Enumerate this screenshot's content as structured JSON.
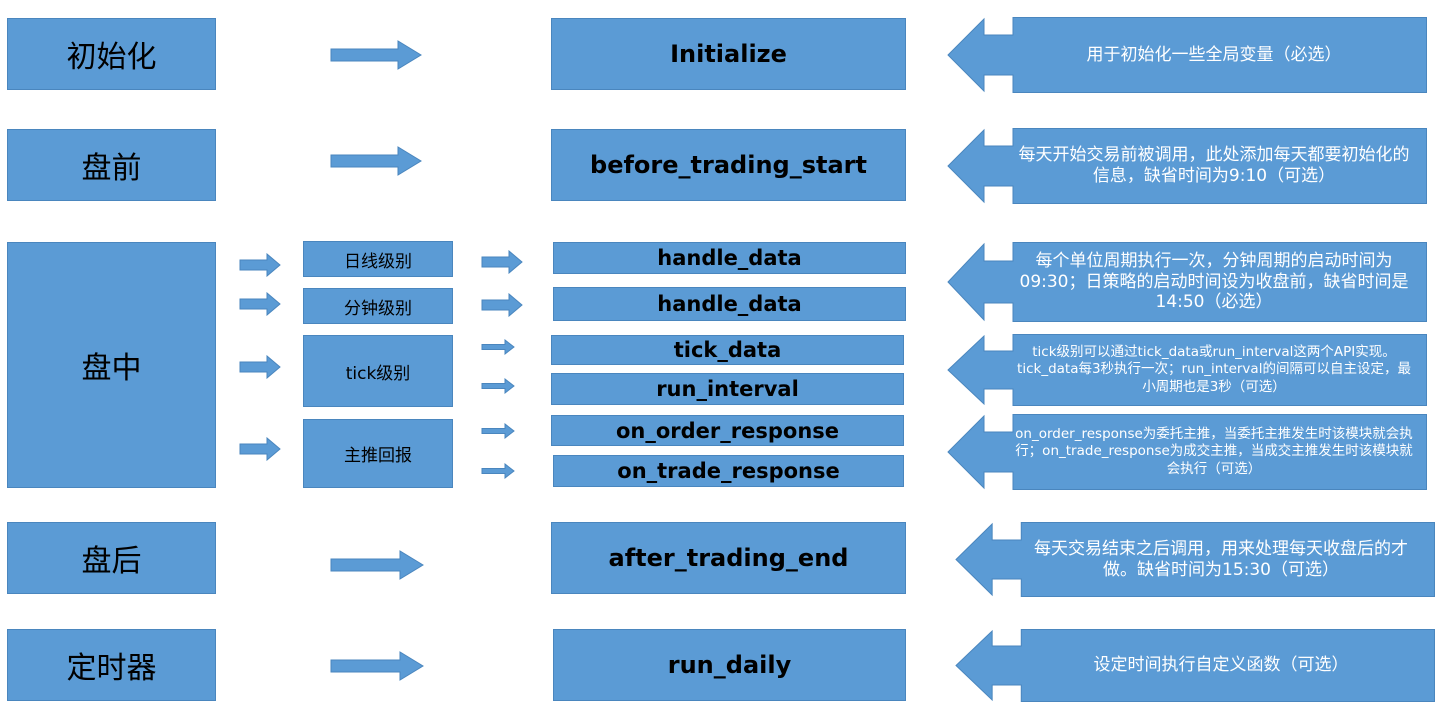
{
  "stages": {
    "init": "初始化",
    "pre": "盘前",
    "intra": "盘中",
    "post": "盘后",
    "timer": "定时器"
  },
  "sub": {
    "daily": "日线级别",
    "minute": "分钟级别",
    "tick": "tick级别",
    "push": "主推回报"
  },
  "functions": {
    "initialize": "Initialize",
    "before_trading_start": "before_trading_start",
    "handle_data_daily": "handle_data",
    "handle_data_minute": "handle_data",
    "tick_data": "tick_data",
    "run_interval": "run_interval",
    "on_order_response": "on_order_response",
    "on_trade_response": "on_trade_response",
    "after_trading_end": "after_trading_end",
    "run_daily": "run_daily"
  },
  "notes": {
    "initialize": "用于初始化一些全局变量（必选）",
    "before_trading_start": "每天开始交易前被调用，此处添加每天都要初始化的信息，缺省时间为9:10（可选）",
    "handle_data": "每个单位周期执行一次，分钟周期的启动时间为09:30；日策略的启动时间设为收盘前，缺省时间是14:50（必选）",
    "tick": "tick级别可以通过tick_data或run_interval这两个API实现。tick_data每3秒执行一次；run_interval的间隔可以自主设定，最小周期也是3秒（可选）",
    "push": "on_order_response为委托主推，当委托主推发生时该模块就会执行；on_trade_response为成交主推，当成交主推发生时该模块就会执行（可选）",
    "after_trading_end": "每天交易结束之后调用，用来处理每天收盘后的才做。缺省时间为15:30（可选）",
    "run_daily": "设定时间执行自定义函数（可选）"
  },
  "colors": {
    "box_fill": "#5b9bd5",
    "box_border": "#4a86be",
    "note_text": "#ffffff"
  }
}
